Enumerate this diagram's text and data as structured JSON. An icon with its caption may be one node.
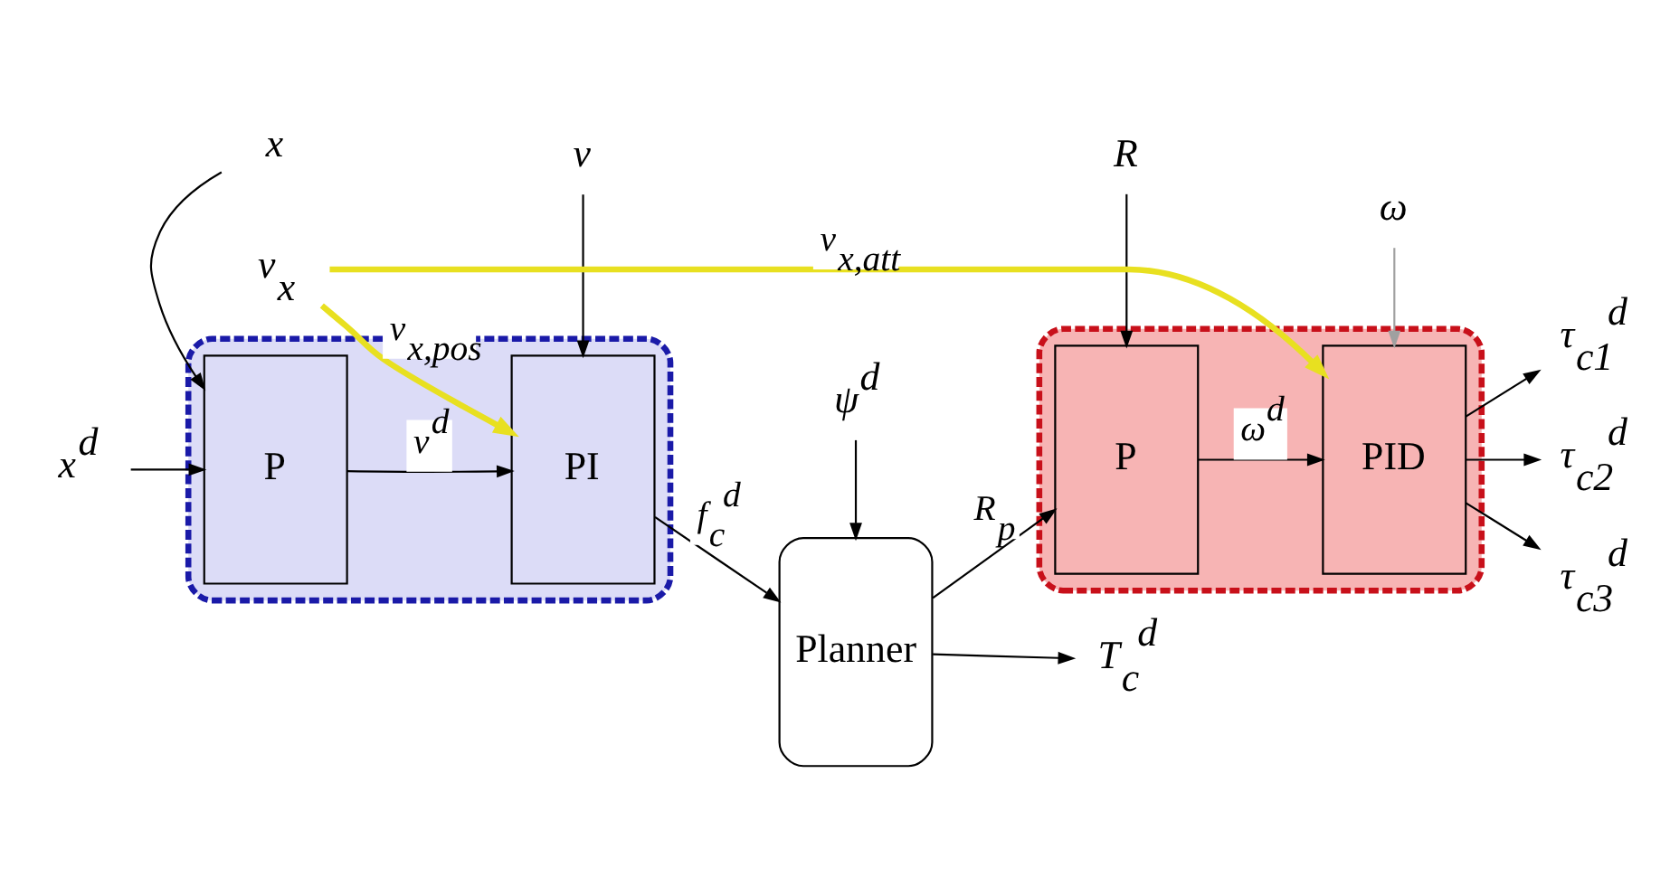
{
  "diagram": {
    "nodes": [
      {
        "text": [],
        "shape": "box"
      },
      {
        "text": [
          "P"
        ],
        "in": 0
      },
      {
        "text": [
          "PI"
        ],
        "in": 0
      },
      {
        "text": [
          "Planner"
        ]
      },
      {
        "text": [],
        "shape": "box"
      },
      {
        "text": [
          "P"
        ],
        "in": 4
      },
      {
        "text": [
          "PID"
        ],
        "in": 4
      },
      {
        "text": [
          "x$^{d}$"
        ]
      },
      {
        "text": [
          "x"
        ]
      },
      {
        "text": [
          "v"
        ]
      },
      {
        "text": [
          "ψ$^{d}$"
        ]
      },
      {
        "text": [
          "R"
        ]
      },
      {
        "text": [
          "ω"
        ]
      },
      {
        "text": [
          "v$_{x}$"
        ]
      },
      {
        "text": [
          "T$_{c}$$^{d}$"
        ]
      },
      {
        "text": [
          "τ$_{c1}$$^{d}$"
        ]
      },
      {
        "text": [
          "τ$_{c2}$$^{d}$"
        ]
      },
      {
        "text": [
          "τ$_{c3}$$^{d}$"
        ]
      }
    ],
    "edges": [
      {
        "from": 7,
        "to": 1,
        "arrow": "to"
      },
      {
        "from": 1,
        "to": 2,
        "arrow": "to",
        "label": "v$^{d}$"
      },
      {
        "from": 2,
        "to": 3,
        "arrow": "to",
        "label": "f$_{c}$$^{d}$"
      },
      {
        "from": 3,
        "to": 5,
        "arrow": "to",
        "label": "R$_{p}$"
      },
      {
        "from": 5,
        "to": 6,
        "arrow": "to",
        "label": "ω$^{d}$"
      },
      {
        "from": 3,
        "to": 14,
        "arrow": "to"
      },
      {
        "from": 6,
        "to": 15,
        "arrow": "to"
      },
      {
        "from": 6,
        "to": 16,
        "arrow": "to"
      },
      {
        "from": 6,
        "to": 17,
        "arrow": "to"
      },
      {
        "from": 8,
        "to": 1,
        "arrow": "to"
      },
      {
        "from": 9,
        "to": 2,
        "arrow": "to"
      },
      {
        "from": 10,
        "to": 3,
        "arrow": "to"
      },
      {
        "from": 11,
        "to": 5,
        "arrow": "to"
      },
      {
        "from": 12,
        "to": 6,
        "arrow": "to",
        "color": "#a0a0a0"
      },
      {
        "from": 13,
        "to": 2,
        "arrow": "to",
        "label": "v$_{x,pos}$",
        "color": "#e8e020",
        "style": "thick"
      },
      {
        "from": 13,
        "to": 6,
        "arrow": "to",
        "label": "v$_{x,att}$",
        "color": "#e8e020",
        "style": "thick"
      }
    ]
  }
}
